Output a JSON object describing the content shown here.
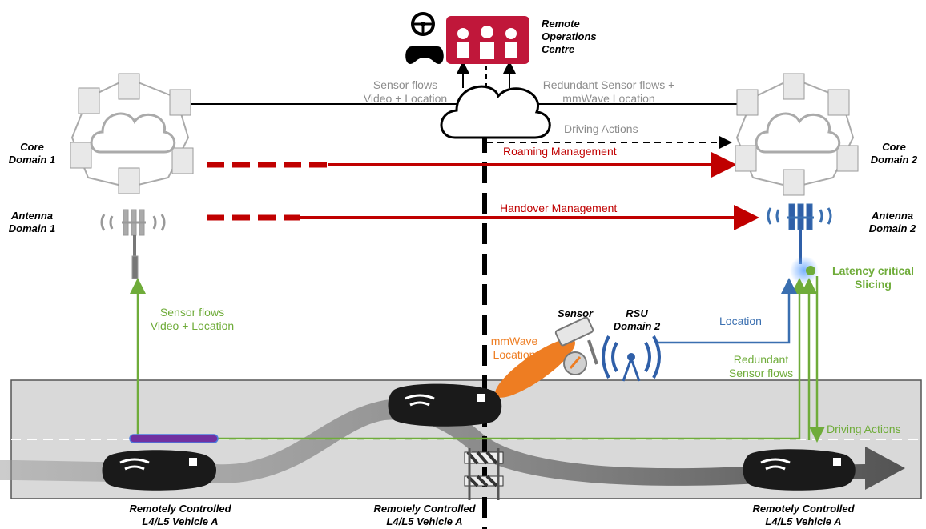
{
  "remote_ops": {
    "line1": "Remote",
    "line2": "Operations",
    "line3": "Centre"
  },
  "core1": {
    "line1": "Core",
    "line2": "Domain 1"
  },
  "core2": {
    "line1": "Core",
    "line2": "Domain 2"
  },
  "antenna1": {
    "line1": "Antenna",
    "line2": "Domain 1"
  },
  "antenna2": {
    "line1": "Antenna",
    "line2": "Domain 2"
  },
  "flows": {
    "sensor_top_1": "Sensor flows",
    "sensor_top_2": "Video + Location",
    "redundant_top_1": "Redundant Sensor flows +",
    "redundant_top_2": "mmWave Location",
    "driving_actions_top": "Driving Actions",
    "roaming": "Roaming Management",
    "handover": "Handover Management",
    "sensor_left_1": "Sensor flows",
    "sensor_left_2": "Video + Location",
    "latency_1": "Latency critical",
    "latency_2": "Slicing",
    "location": "Location",
    "redundant_right_1": "Redundant",
    "redundant_right_2": "Sensor flows",
    "driving_actions_bottom": "Driving Actions",
    "mmwave_1": "mmWave",
    "mmwave_2": "Location"
  },
  "sensor_label": "Sensor",
  "rsu": {
    "line1": "RSU",
    "line2": "Domain 2"
  },
  "vehicles": [
    {
      "line1": "Remotely Controlled",
      "line2": "L4/L5 Vehicle A"
    },
    {
      "line1": "Remotely Controlled",
      "line2": "L4/L5 Vehicle A"
    },
    {
      "line1": "Remotely Controlled",
      "line2": "L4/L5 Vehicle A"
    }
  ],
  "icons": {
    "steering": "steering-wheel-icon",
    "gamepad": "gamepad-icon",
    "operators": "operators-icon",
    "cloud": "cloud-icon",
    "server": "server-icon",
    "antenna": "antenna-icon",
    "camera": "sensor-camera-icon",
    "rsu": "rsu-antenna-icon",
    "barrier": "road-barrier-icon",
    "car": "car-icon"
  },
  "colors": {
    "green": "#6fac3a",
    "red": "#c00000",
    "blue": "#3a6fb0",
    "orange": "#ee7d22",
    "gray": "#8c8c8c",
    "ops": "#c0173a",
    "purple": "#7030a0",
    "road": "#d9d9d9"
  }
}
